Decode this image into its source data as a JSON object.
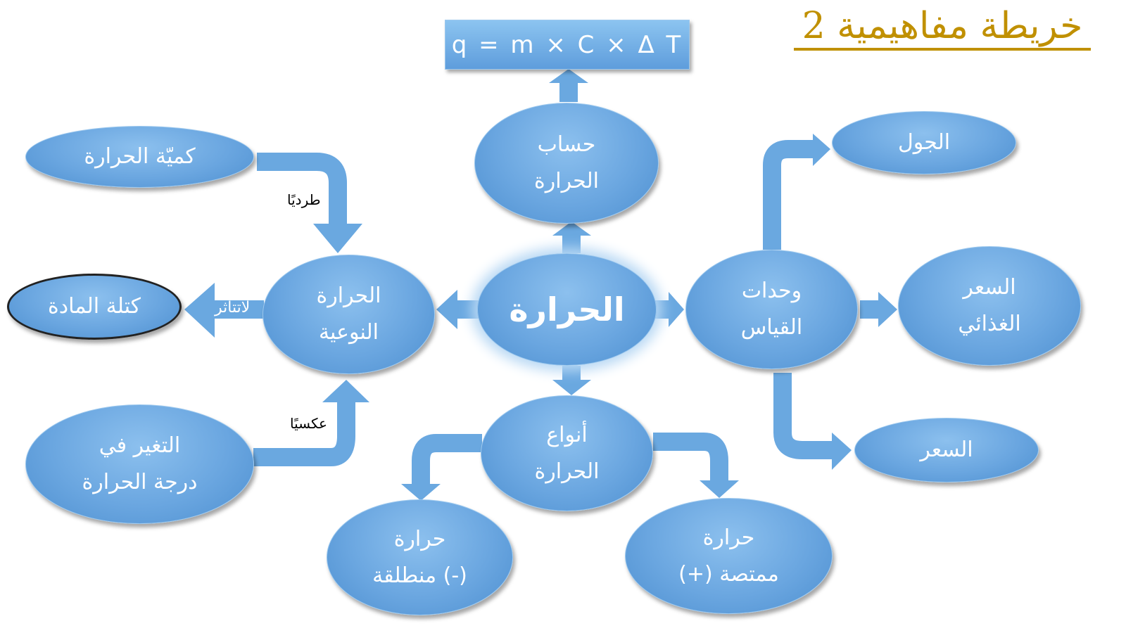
{
  "title": "خريطة مفاهيمية 2",
  "formula": "q = m × C × Δ T",
  "nodes": {
    "center": "الحرارة",
    "calc": "حساب\nالحرارة",
    "types": "أنواع\nالحرارة",
    "absorbed": "حرارة\nممتصة (+)",
    "released": "حرارة\n(-) منطلقة",
    "specific": "الحرارة\nالنوعية",
    "quantity": "كميّة الحرارة",
    "mass": "كتلة المادة",
    "temp_change": "التغير في\nدرجة الحرارة",
    "units": "وحدات\nالقياس",
    "joule": "الجول",
    "food_cal": "السعر\nالغذائي",
    "calorie": "السعر"
  },
  "labels": {
    "direct": "طرديًا",
    "inverse": "عكسيًا",
    "no_effect": "لاتتأثر"
  },
  "colors": {
    "node": "#6aa6e0",
    "title": "#c09000"
  }
}
